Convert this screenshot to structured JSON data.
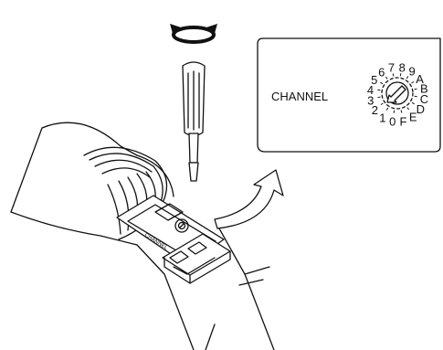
{
  "callout": {
    "label": "CHANNEL",
    "dial_positions": [
      "0",
      "1",
      "2",
      "3",
      "4",
      "5",
      "6",
      "7",
      "8",
      "9",
      "A",
      "B",
      "C",
      "D",
      "E",
      "F"
    ]
  },
  "device": {
    "mini_label": "CHANNEL"
  },
  "icons": {
    "rotate": "rotate-both-directions-icon",
    "screwdriver": "flathead-screwdriver",
    "arrow": "curved-pointer-arrow"
  },
  "colors": {
    "ink": "#111111",
    "paper": "#ffffff"
  }
}
